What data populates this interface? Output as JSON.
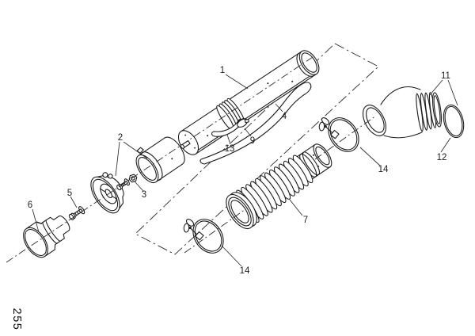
{
  "page": {
    "background": "#ffffff",
    "ink": "#1c1c1c",
    "page_number": "255"
  },
  "diagram": {
    "kind": "exploded-parts-diagram",
    "callouts": [
      {
        "label": "1",
        "part": "main-intake-tube"
      },
      {
        "label": "2",
        "part": "adapter-and-cup-set"
      },
      {
        "label": "3",
        "part": "nut"
      },
      {
        "label": "4",
        "part": "curved-drain-tube"
      },
      {
        "label": "5",
        "part": "bolt"
      },
      {
        "label": "6",
        "part": "end-cap"
      },
      {
        "label": "7",
        "part": "bellows-hose"
      },
      {
        "label": "9",
        "part": "clip"
      },
      {
        "label": "11",
        "part": "elbow-hose"
      },
      {
        "label": "12",
        "part": "o-ring"
      },
      {
        "label": "13",
        "part": "hook-strap"
      },
      {
        "label": "14",
        "part": "hose-clamp-front"
      },
      {
        "label": "14",
        "part": "hose-clamp-rear"
      }
    ]
  }
}
